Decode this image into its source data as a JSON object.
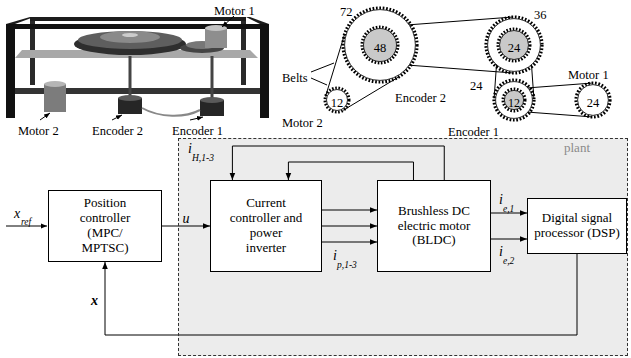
{
  "diagram": {
    "nodes": [
      {
        "text": [
          "plant"
        ]
      },
      {
        "text": [
          "Position controller (MPC/ MPTSC)"
        ]
      },
      {
        "text": [
          "Current controller and power inverter"
        ],
        "in": 0
      },
      {
        "text": [
          "Brushless DC electric motor (BLDC)"
        ],
        "in": 0
      },
      {
        "text": [
          "Digital signal processor (DSP)"
        ],
        "in": 0
      }
    ],
    "edges": [
      {
        "from": 1,
        "to": 2,
        "label": "u",
        "arrow": "to"
      },
      {
        "from": 2,
        "to": 3,
        "arrow": "to"
      },
      {
        "from": 2,
        "to": 3,
        "arrow": "to"
      },
      {
        "from": 2,
        "to": 3,
        "arrow": "to"
      },
      {
        "from": 3,
        "to": 2,
        "arrow": "to"
      },
      {
        "from": 3,
        "to": 2,
        "arrow": "to"
      },
      {
        "from": 3,
        "to": 4,
        "arrow": "to"
      },
      {
        "from": 3,
        "to": 4,
        "arrow": "to"
      },
      {
        "from": 4,
        "to": 1,
        "label": "x",
        "arrow": "to"
      }
    ],
    "labels": [
      "Motor 1",
      "Motor 2",
      "Encoder 2",
      "Encoder 1",
      "72",
      "36",
      "Belts",
      "48",
      "24",
      "24",
      "12",
      "Encoder 2",
      "12",
      "24",
      "Motor 1",
      "Motor 2",
      "Encoder 1",
      "x",
      "ref",
      "i",
      "H,1-3",
      "i",
      "p,1-3",
      "i",
      "e,1",
      "i",
      "e,2"
    ]
  }
}
